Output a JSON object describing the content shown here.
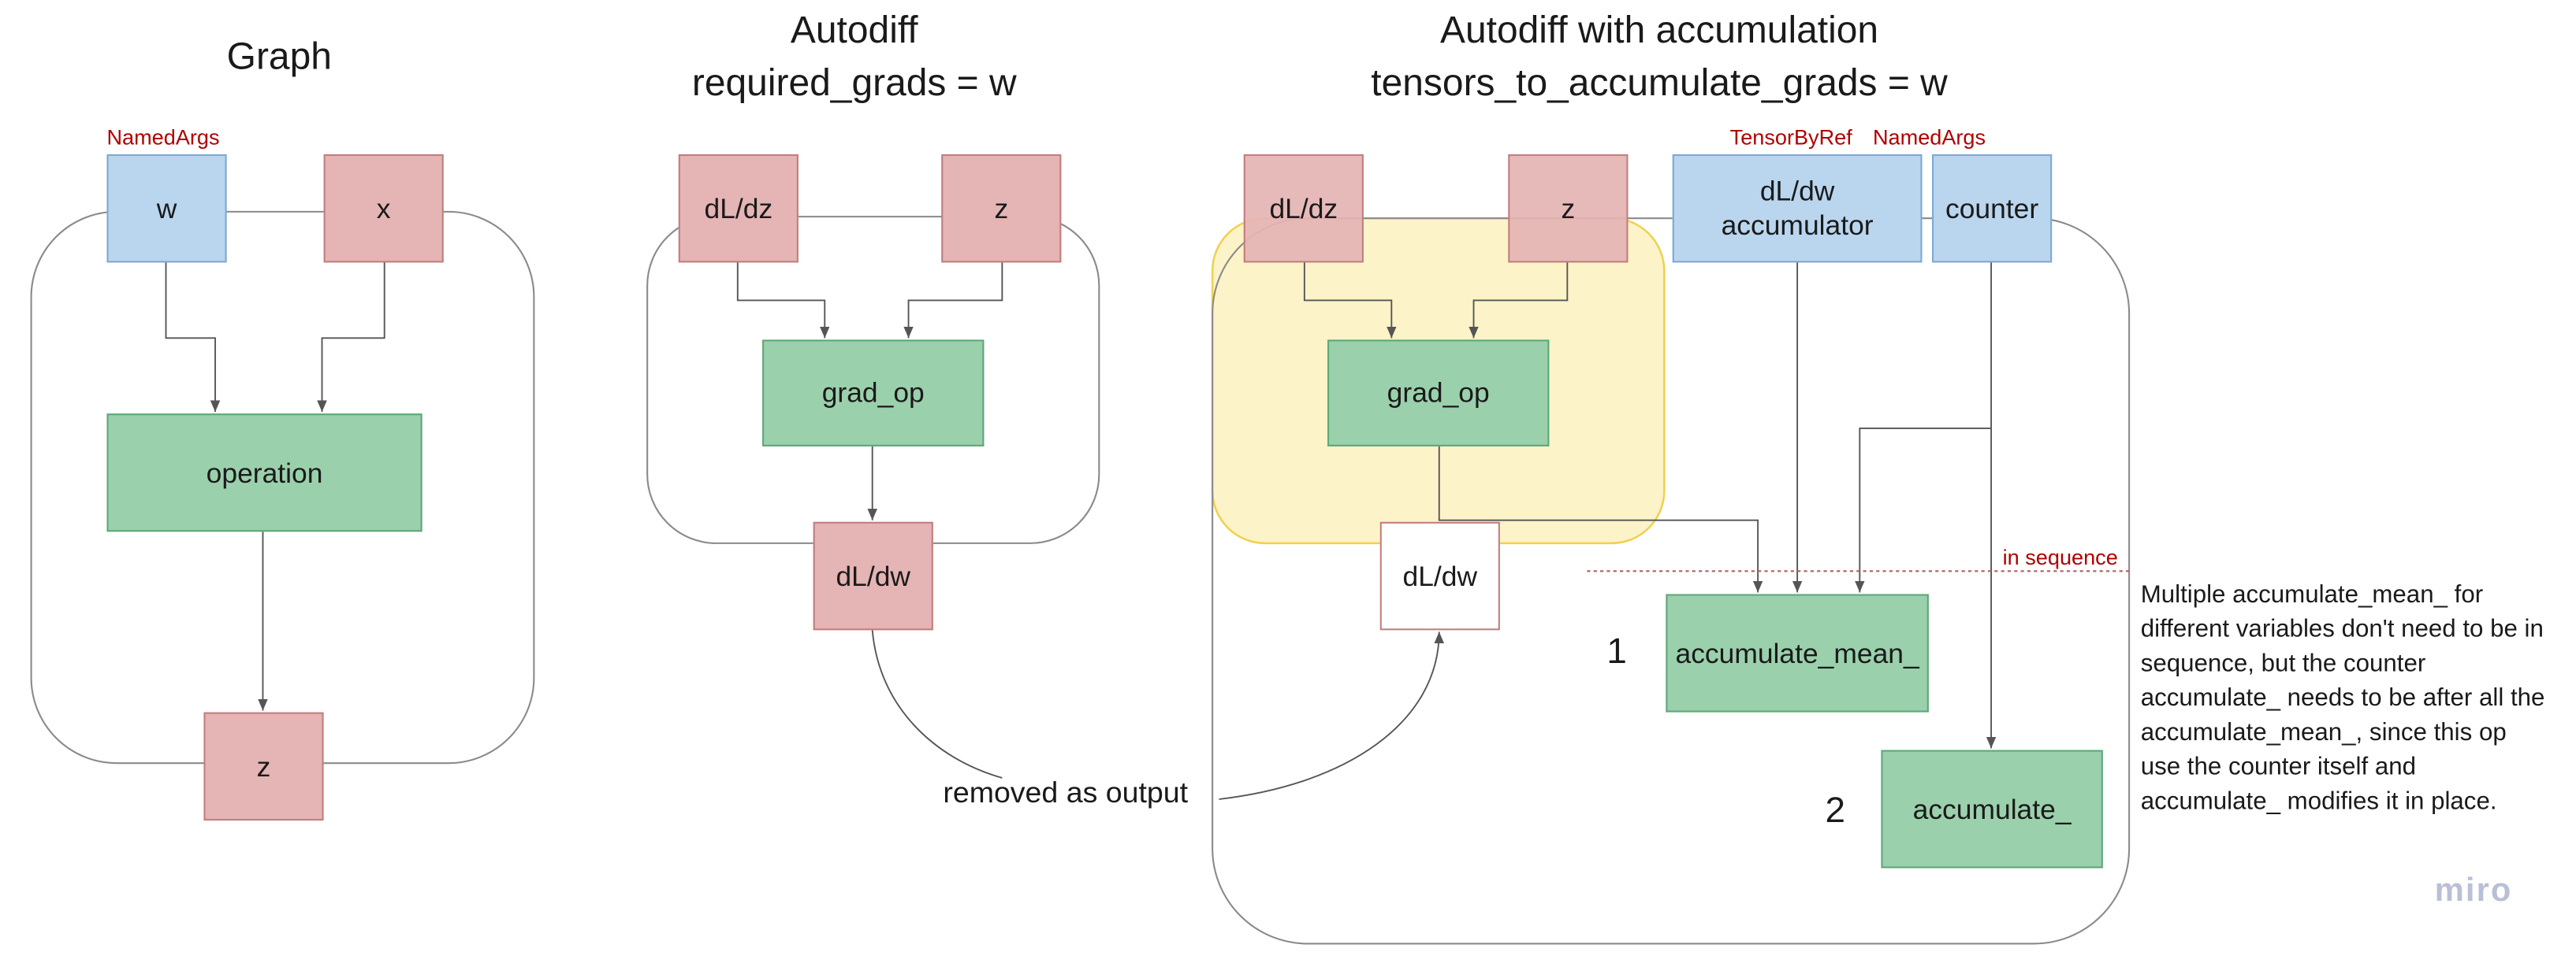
{
  "panels": {
    "graph": {
      "title": "Graph"
    },
    "autodiff": {
      "title_line1": "Autodiff",
      "title_line2": "required_grads = w"
    },
    "accum": {
      "title_line1": "Autodiff with accumulation",
      "title_line2": "tensors_to_accumulate_grads = w"
    }
  },
  "tags": {
    "named_args_left": "NamedArgs",
    "tensor_by_ref": "TensorByRef",
    "named_args_right": "NamedArgs",
    "in_sequence": "in sequence"
  },
  "nodes": {
    "w": "w",
    "x": "x",
    "operation": "operation",
    "z_graph": "z",
    "dldz_ad": "dL/dz",
    "z_ad": "z",
    "grad_op_ad": "grad_op",
    "dldw_ad": "dL/dw",
    "dldz_acc": "dL/dz",
    "z_acc": "z",
    "accumulator_line1": "dL/dw",
    "accumulator_line2": "accumulator",
    "counter": "counter",
    "grad_op_acc": "grad_op",
    "dldw_acc": "dL/dw",
    "accumulate_mean": "accumulate_mean_",
    "accumulate": "accumulate_"
  },
  "labels": {
    "removed_as_output": "removed as output",
    "step_1": "1",
    "step_2": "2"
  },
  "note": "Multiple accumulate_mean_ for different variables don't need to be in sequence, but the counter accumulate_ needs to be after all the accumulate_mean_, since this op use the counter itself and accumulate_ modifies it in place.",
  "watermark": "miro",
  "colors": {
    "input_blue": "#bad6ee",
    "tensor_red": "#e5b4b4",
    "op_green": "#9bd0ac",
    "highlight_yellow": "#fdf3c8",
    "annotation_red": "#b00000"
  }
}
